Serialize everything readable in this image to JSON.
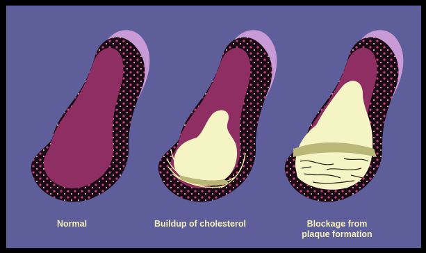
{
  "diagram": {
    "panels": [
      {
        "label": "Normal",
        "stage": "normal"
      },
      {
        "label": "Buildup of cholesterol",
        "stage": "buildup"
      },
      {
        "label_line1": "Blockage from",
        "label_line2": "plaque formation",
        "stage": "blockage"
      }
    ]
  },
  "colors": {
    "background": "#5e5e9a",
    "frame": "#000000",
    "outer_sheath": "#c99bd6",
    "wall": "#1a0a14",
    "wall_dots": "#c8447f",
    "lumen": "#8e2e62",
    "plaque": "#f4f4c4",
    "plaque_shadow": "#b9b876",
    "fibers": "#f6f0a8",
    "label_text": "#f4f0b8"
  }
}
